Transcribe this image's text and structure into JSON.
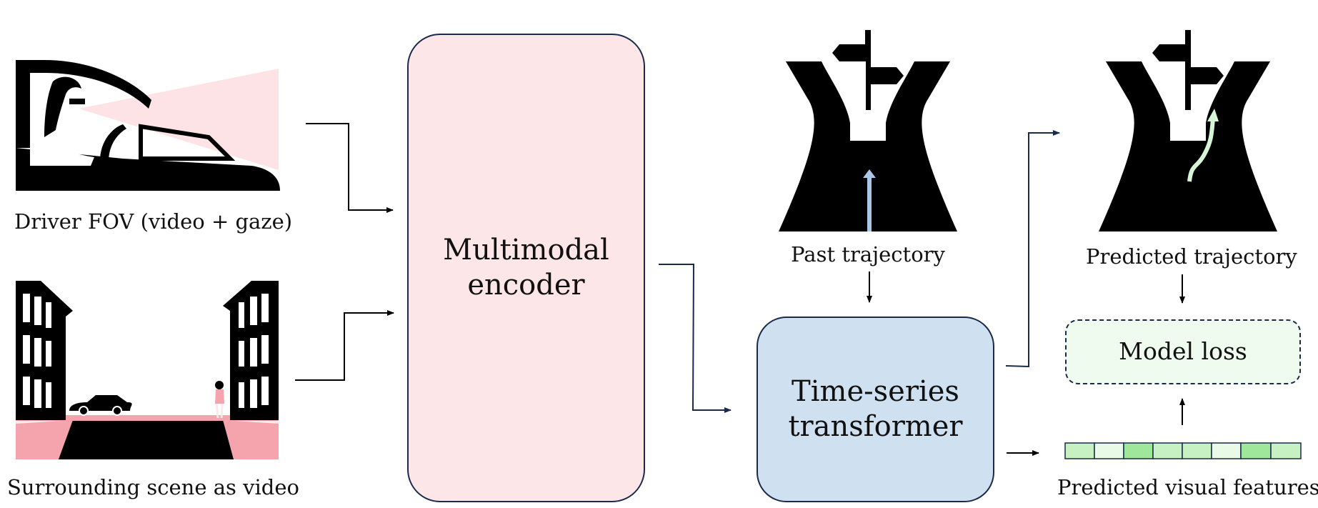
{
  "inputs": {
    "driver_fov_label": "Driver FOV (video + gaze)",
    "scene_label": "Surrounding scene as video"
  },
  "encoder": {
    "label_line1": "Multimodal",
    "label_line2": "encoder"
  },
  "transformer": {
    "label_line1": "Time-series",
    "label_line2": "transformer"
  },
  "past": {
    "label": "Past trajectory"
  },
  "predicted": {
    "label": "Predicted trajectory"
  },
  "loss": {
    "label": "Model loss"
  },
  "features": {
    "label": "Predicted visual features"
  },
  "colors": {
    "encoder_fill": "#fde6e8",
    "transformer_fill": "#cfe0f1",
    "loss_fill": "#eefbee",
    "gaze_cone": "#fde3e5",
    "road_pink": "#f5a3ad",
    "past_arrow": "#a9c8e8",
    "pred_arrow": "#d7f5d6",
    "line": "#1b2a4a"
  }
}
